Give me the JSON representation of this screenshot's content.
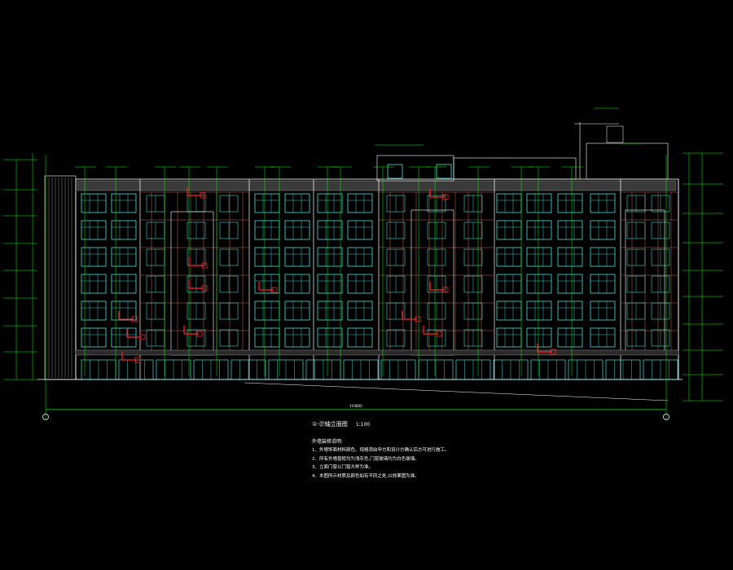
{
  "drawing": {
    "title": "①-㉗轴立面图",
    "scale": "1:100",
    "overall_dimension": "103800"
  },
  "notes": {
    "heading": "外墙装修说明:",
    "items": [
      "1、外墙饰面材料颜色、规格须由甲方和设计方确认后方可进行施工。",
      "2、所有外墙窗框均为浅灰色,门窗玻璃均为白色玻璃。",
      "3、立面门窗以门窗大样为准。",
      "4、本图所示材质及颜色如有不同之处,以效果图为准。"
    ]
  },
  "colors": {
    "background": "#000000",
    "line": "#ffffff",
    "dimension": "#00ff00",
    "window": "#55ffff",
    "grid": "#cc6655",
    "annotation": "#ff2222"
  }
}
